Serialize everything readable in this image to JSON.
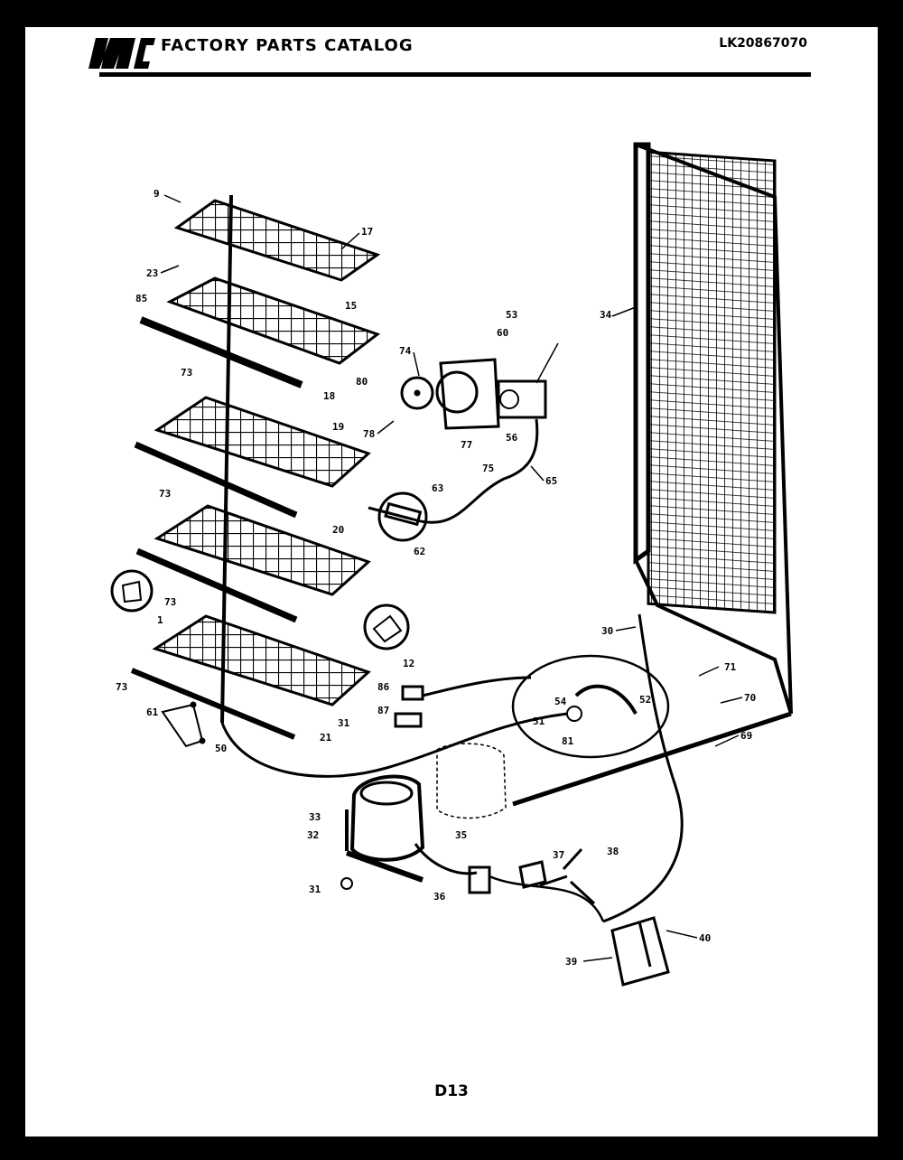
{
  "header": {
    "logo_text": "WCI",
    "title": "FACTORY PARTS CATALOG",
    "catalog_code": "LK20867070"
  },
  "page_number": "D13",
  "colors": {
    "ink": "#000000",
    "paper": "#ffffff"
  },
  "callouts": [
    {
      "id": "c9",
      "text": "9"
    },
    {
      "id": "c17",
      "text": "17"
    },
    {
      "id": "c23",
      "text": "23"
    },
    {
      "id": "c85",
      "text": "85"
    },
    {
      "id": "c15a",
      "text": "15"
    },
    {
      "id": "c73a",
      "text": "73"
    },
    {
      "id": "c18",
      "text": "18"
    },
    {
      "id": "c74",
      "text": "74"
    },
    {
      "id": "c80",
      "text": "80"
    },
    {
      "id": "c78",
      "text": "78"
    },
    {
      "id": "c77",
      "text": "77"
    },
    {
      "id": "c75",
      "text": "75"
    },
    {
      "id": "c53",
      "text": "53"
    },
    {
      "id": "c60",
      "text": "60"
    },
    {
      "id": "c56",
      "text": "56"
    },
    {
      "id": "c65",
      "text": "65"
    },
    {
      "id": "c19",
      "text": "19"
    },
    {
      "id": "c73b",
      "text": "73"
    },
    {
      "id": "c63",
      "text": "63"
    },
    {
      "id": "c62",
      "text": "62"
    },
    {
      "id": "c20",
      "text": "20"
    },
    {
      "id": "c73c",
      "text": "73"
    },
    {
      "id": "c1",
      "text": "1"
    },
    {
      "id": "c12",
      "text": "12"
    },
    {
      "id": "c73d",
      "text": "73"
    },
    {
      "id": "c61",
      "text": "61"
    },
    {
      "id": "c50",
      "text": "50"
    },
    {
      "id": "c21",
      "text": "21"
    },
    {
      "id": "c86",
      "text": "86"
    },
    {
      "id": "c87",
      "text": "87"
    },
    {
      "id": "c31a",
      "text": "31"
    },
    {
      "id": "c34",
      "text": "34"
    },
    {
      "id": "c30",
      "text": "30"
    },
    {
      "id": "c71",
      "text": "71"
    },
    {
      "id": "c70",
      "text": "70"
    },
    {
      "id": "c69",
      "text": "69"
    },
    {
      "id": "c54",
      "text": "54"
    },
    {
      "id": "c52",
      "text": "52"
    },
    {
      "id": "c51",
      "text": "51"
    },
    {
      "id": "c81",
      "text": "81"
    },
    {
      "id": "c33",
      "text": "33"
    },
    {
      "id": "c32",
      "text": "32"
    },
    {
      "id": "c35",
      "text": "35"
    },
    {
      "id": "c31b",
      "text": "31"
    },
    {
      "id": "c37",
      "text": "37"
    },
    {
      "id": "c38",
      "text": "38"
    },
    {
      "id": "c36",
      "text": "36"
    },
    {
      "id": "c39",
      "text": "39"
    },
    {
      "id": "c40",
      "text": "40"
    }
  ]
}
